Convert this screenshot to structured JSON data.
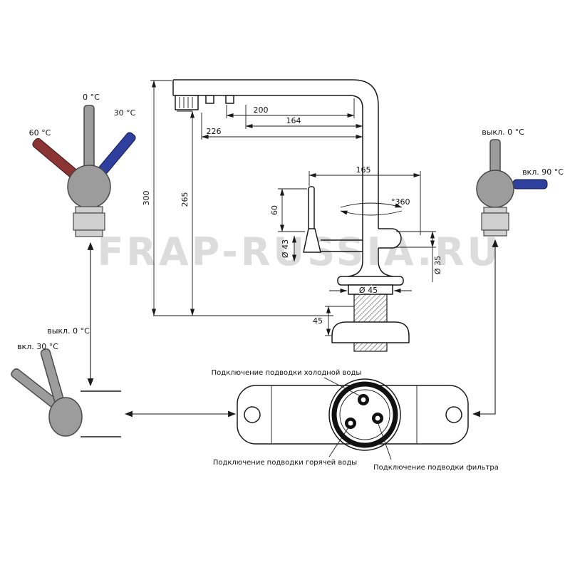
{
  "watermark": "FRAP-RUSSIA.RU",
  "views": {
    "handle_front": {
      "temp_up": "0 °C",
      "temp_right": "30 °C",
      "temp_left": "60 °C"
    },
    "handle_right": {
      "off": "выкл. 0 °C",
      "on": "вкл. 90 °C"
    },
    "handle_side": {
      "off": "выкл. 0 °C",
      "on": "вкл. 30 °C"
    }
  },
  "dimensions": {
    "spout_200": "200",
    "spout_164": "164",
    "spout_226": "226",
    "depth_165": "165",
    "height_300": "300",
    "height_265": "265",
    "handle_60": "60",
    "body_dia": "Ø 43",
    "rotation": "°360",
    "base_dia": "Ø 45",
    "base_height": "45",
    "outlet_dia": "Ø 35"
  },
  "bottom_view": {
    "cold": "Подключение подводки холодной воды",
    "hot": "Подключение подводки горячей воды",
    "filter": "Подключение подводки фильтра"
  },
  "colors": {
    "hot": "#8a3434",
    "cold": "#2e3f9e",
    "handle": "#9c9c9c",
    "handle_light": "#cfcfcf",
    "line": "#1a1a1a",
    "watermark": "#dcdcdc"
  }
}
